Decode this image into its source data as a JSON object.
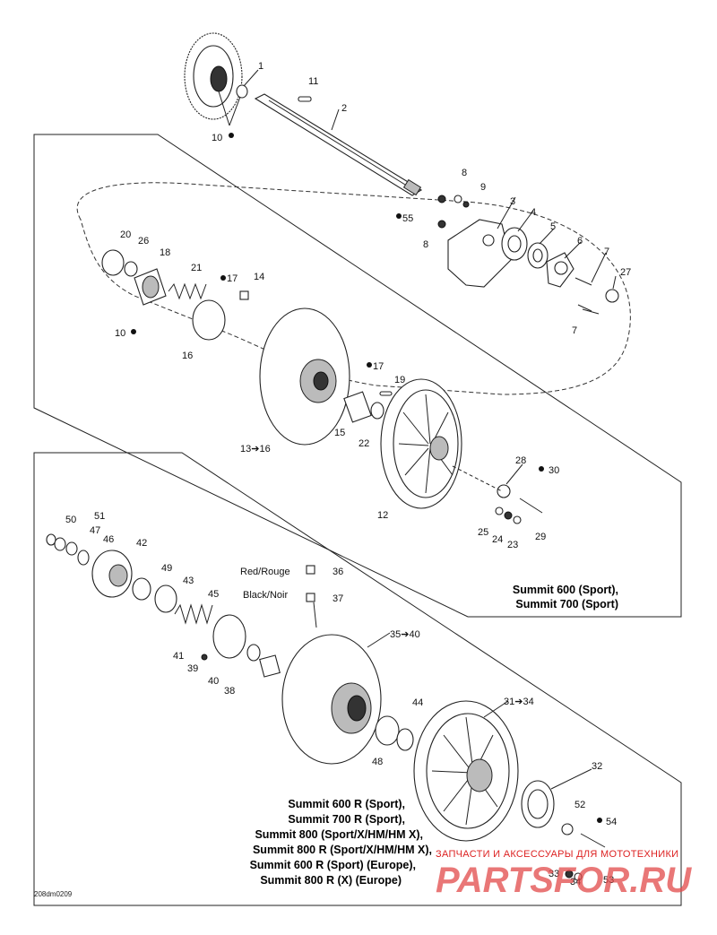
{
  "callouts": [
    {
      "id": "c1",
      "text": "1"
    },
    {
      "id": "c2",
      "text": "2"
    },
    {
      "id": "c3",
      "text": "3"
    },
    {
      "id": "c4",
      "text": "4"
    },
    {
      "id": "c5",
      "text": "5"
    },
    {
      "id": "c6",
      "text": "6"
    },
    {
      "id": "c7a",
      "text": "7"
    },
    {
      "id": "c7b",
      "text": "7"
    },
    {
      "id": "c8a",
      "text": "8"
    },
    {
      "id": "c8b",
      "text": "8"
    },
    {
      "id": "c9",
      "text": "9"
    },
    {
      "id": "c10a",
      "text": "10"
    },
    {
      "id": "c10b",
      "text": "10"
    },
    {
      "id": "c11",
      "text": "11"
    },
    {
      "id": "c12",
      "text": "12"
    },
    {
      "id": "c13",
      "text": "13➔16"
    },
    {
      "id": "c14",
      "text": "14"
    },
    {
      "id": "c15",
      "text": "15"
    },
    {
      "id": "c16",
      "text": "16"
    },
    {
      "id": "c17a",
      "text": "17"
    },
    {
      "id": "c17b",
      "text": "17"
    },
    {
      "id": "c18",
      "text": "18"
    },
    {
      "id": "c19",
      "text": "19"
    },
    {
      "id": "c20",
      "text": "20"
    },
    {
      "id": "c21",
      "text": "21"
    },
    {
      "id": "c22",
      "text": "22"
    },
    {
      "id": "c23",
      "text": "23"
    },
    {
      "id": "c24",
      "text": "24"
    },
    {
      "id": "c25",
      "text": "25"
    },
    {
      "id": "c26",
      "text": "26"
    },
    {
      "id": "c27",
      "text": "27"
    },
    {
      "id": "c28",
      "text": "28"
    },
    {
      "id": "c29",
      "text": "29"
    },
    {
      "id": "c30",
      "text": "30"
    },
    {
      "id": "c31",
      "text": "31➔34"
    },
    {
      "id": "c32",
      "text": "32"
    },
    {
      "id": "c33",
      "text": "33"
    },
    {
      "id": "c34",
      "text": "34"
    },
    {
      "id": "c35",
      "text": "35➔40"
    },
    {
      "id": "c36",
      "text": "36"
    },
    {
      "id": "c37",
      "text": "37"
    },
    {
      "id": "c38",
      "text": "38"
    },
    {
      "id": "c39",
      "text": "39"
    },
    {
      "id": "c40",
      "text": "40"
    },
    {
      "id": "c41",
      "text": "41"
    },
    {
      "id": "c42",
      "text": "42"
    },
    {
      "id": "c43",
      "text": "43"
    },
    {
      "id": "c44",
      "text": "44"
    },
    {
      "id": "c45",
      "text": "45"
    },
    {
      "id": "c46",
      "text": "46"
    },
    {
      "id": "c47",
      "text": "47"
    },
    {
      "id": "c48",
      "text": "48"
    },
    {
      "id": "c49",
      "text": "49"
    },
    {
      "id": "c50",
      "text": "50"
    },
    {
      "id": "c51",
      "text": "51"
    },
    {
      "id": "c52",
      "text": "52"
    },
    {
      "id": "c53",
      "text": "53"
    },
    {
      "id": "c54",
      "text": "54"
    },
    {
      "id": "c55",
      "text": "55"
    }
  ],
  "color_labels": {
    "red": "Red/Rouge",
    "black": "Black/Noir"
  },
  "models_top": [
    "Summit 600 (Sport),",
    "Summit 700 (Sport)"
  ],
  "models_bottom": [
    "Summit 600 R (Sport),",
    "Summit 700 R (Sport),",
    "Summit 800 (Sport/X/HM/HM X),",
    "Summit 800 R (Sport/X/HM/HM X),",
    "Summit 600 R (Sport) (Europe),",
    "Summit 800 R (X) (Europe)"
  ],
  "drawing_code": "208dm0209",
  "watermark": {
    "tagline": "ЗАПЧАСТИ И АКСЕССУАРЫ ДЛЯ МОТОТЕХНИКИ",
    "brand": "PARTSFOR.RU",
    "color": "#e24a4a"
  }
}
